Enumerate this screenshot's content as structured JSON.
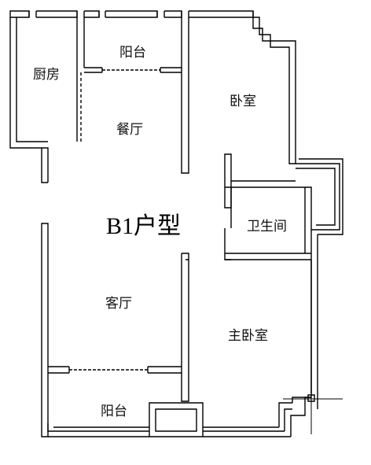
{
  "plan": {
    "title": "B1户型",
    "rooms": {
      "kitchen": "厨房",
      "balcony_top": "阳台",
      "dining": "餐厅",
      "bedroom": "卧室",
      "bathroom": "卫生间",
      "living": "客厅",
      "master_bedroom": "主卧室",
      "balcony_bottom": "阳台"
    }
  },
  "colors": {
    "wall": "#000000",
    "background": "#ffffff"
  }
}
